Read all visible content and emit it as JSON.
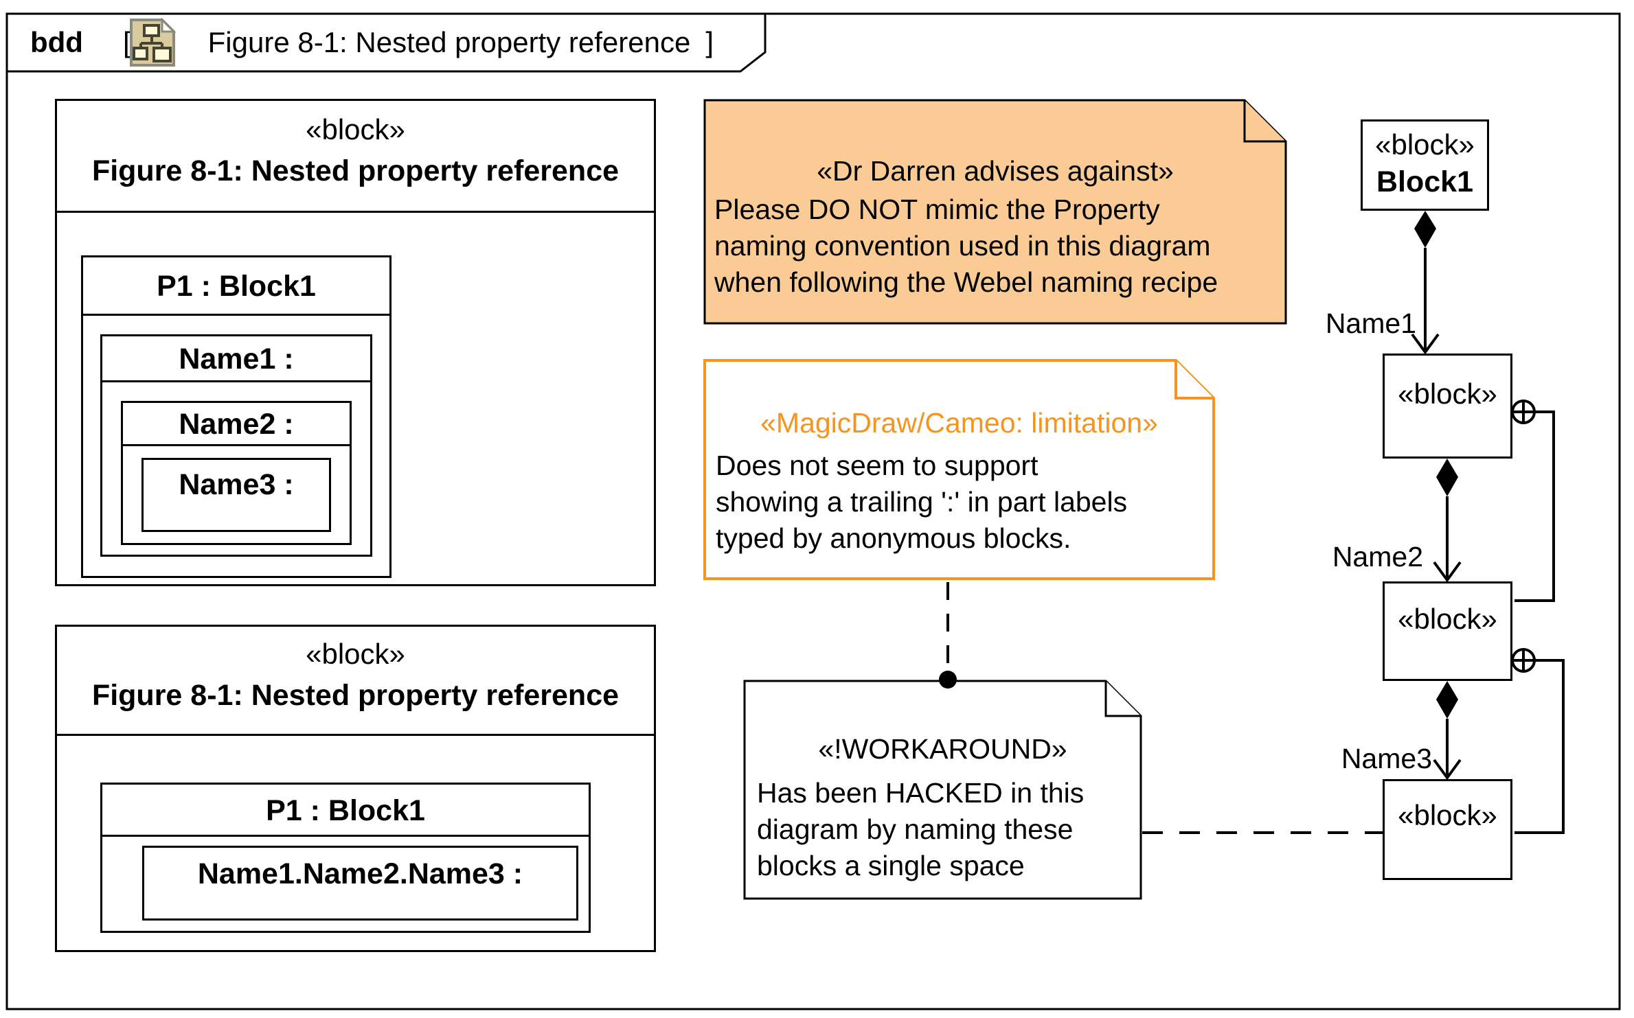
{
  "frame": {
    "kind_label": "bdd",
    "bracket_open": "[",
    "bracket_close": "]",
    "title": "Figure 8-1: Nested property reference",
    "icon": "bdd-diagram-icon"
  },
  "left_top_block": {
    "stereotype": "«block»",
    "name": "Figure 8-1: Nested property reference",
    "p1_label": "P1 : Block1",
    "name1_label": "Name1 :",
    "name2_label": "Name2 :",
    "name3_label": "Name3 :"
  },
  "left_bottom_block": {
    "stereotype": "«block»",
    "name": "Figure 8-1: Nested property reference",
    "p1_label": "P1 : Block1",
    "path_label": "Name1.Name2.Name3 :"
  },
  "chain": {
    "block1": {
      "stereotype": "«block»",
      "name": "Block1"
    },
    "anon1": {
      "stereotype": "«block»"
    },
    "anon2": {
      "stereotype": "«block»"
    },
    "anon3": {
      "stereotype": "«block»"
    },
    "edge1_label": "Name1",
    "edge2_label": "Name2",
    "edge3_label": "Name3"
  },
  "notes": {
    "advice": {
      "stereotype": "«Dr Darren advises against»",
      "lines": {
        "0": "Please DO NOT mimic the Property",
        "1": "naming convention used in this diagram",
        "2": "when following the Webel naming recipe"
      }
    },
    "limitation": {
      "stereotype": "«MagicDraw/Cameo: limitation»",
      "lines": {
        "0": "Does not seem to support",
        "1": "showing a trailing ':' in part labels",
        "2": "typed by anonymous blocks."
      }
    },
    "workaround": {
      "stereotype": "«!WORKAROUND»",
      "lines": {
        "0": "Has been HACKED in this",
        "1": "diagram by naming these",
        "2": "blocks a single space"
      }
    }
  },
  "colors": {
    "advice_note_fill": "#FBCB95",
    "limitation_accent": "#F7941D",
    "line_color": "#000000"
  }
}
